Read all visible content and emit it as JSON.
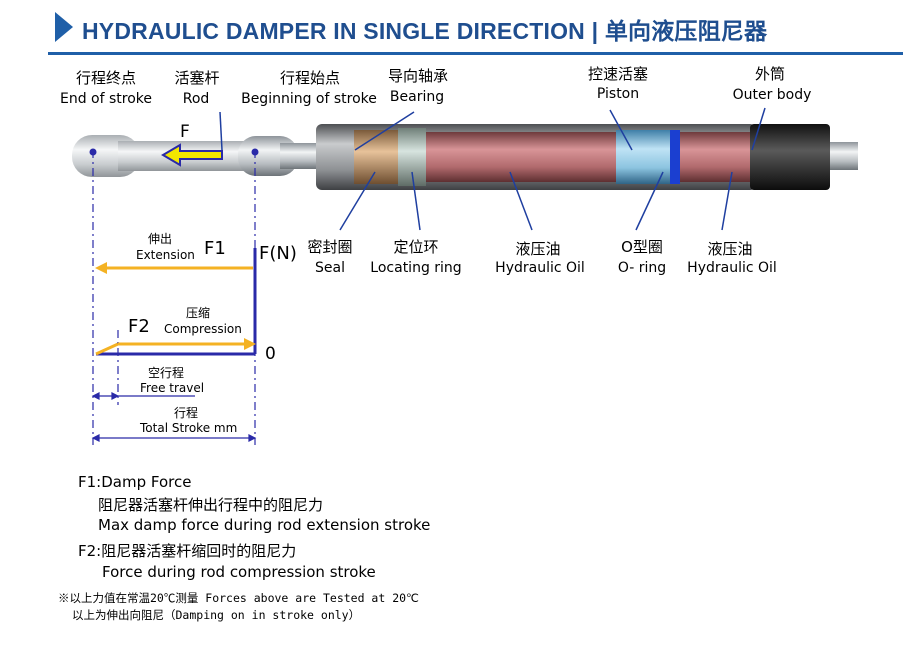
{
  "title": {
    "en": "HYDRAULIC DAMPER IN SINGLE DIRECTION",
    "sep": "|",
    "cn": "单向液压阻尼器"
  },
  "labels": {
    "end_of_stroke": {
      "cn": "行程终点",
      "en": "End of stroke"
    },
    "rod": {
      "cn": "活塞杆",
      "en": "Rod"
    },
    "beginning": {
      "cn": "行程始点",
      "en": "Beginning of stroke"
    },
    "bearing": {
      "cn": "导向轴承",
      "en": "Bearing"
    },
    "piston": {
      "cn": "控速活塞",
      "en": "Piston"
    },
    "outer_body": {
      "cn": "外筒",
      "en": "Outer body"
    },
    "seal": {
      "cn": "密封圈",
      "en": "Seal"
    },
    "locating_ring": {
      "cn": "定位环",
      "en": "Locating ring"
    },
    "hydraulic_oil_1": {
      "cn": "液压油",
      "en": "Hydraulic Oil"
    },
    "o_ring": {
      "cn": "O型圈",
      "en": "O- ring"
    },
    "hydraulic_oil_2": {
      "cn": "液压油",
      "en": "Hydraulic Oil"
    }
  },
  "force_arrow": "F",
  "graph": {
    "f1": "F1",
    "f2": "F2",
    "fn": "F(N)",
    "zero": "0",
    "extension": {
      "cn": "伸出",
      "en": "Extension"
    },
    "compression": {
      "cn": "压缩",
      "en": "Compression"
    },
    "free_travel": {
      "cn": "空行程",
      "en": "Free travel"
    },
    "total_stroke": {
      "cn": "行程",
      "en": "Total Stroke mm"
    }
  },
  "notes": {
    "f1_title": "F1:Damp Force",
    "f1_cn": "阻尼器活塞杆伸出行程中的阻尼力",
    "f1_en": "Max damp force during rod extension stroke",
    "f2_cn": "F2:阻尼器活塞杆缩回时的阻尼力",
    "f2_en": "Force during rod compression stroke",
    "footnote_1": "※以上力值在常温20℃测量 Forces above are Tested at 20℃",
    "footnote_2": "以上为伸出向阻尼（Damping on in stroke only）"
  },
  "colors": {
    "title_blue": "#1f4e8f",
    "accent_blue": "#1f5fa8",
    "axis_blue": "#2a2aa8",
    "force_orange": "#f4b223",
    "arrow_yellow": "#f2e600"
  }
}
